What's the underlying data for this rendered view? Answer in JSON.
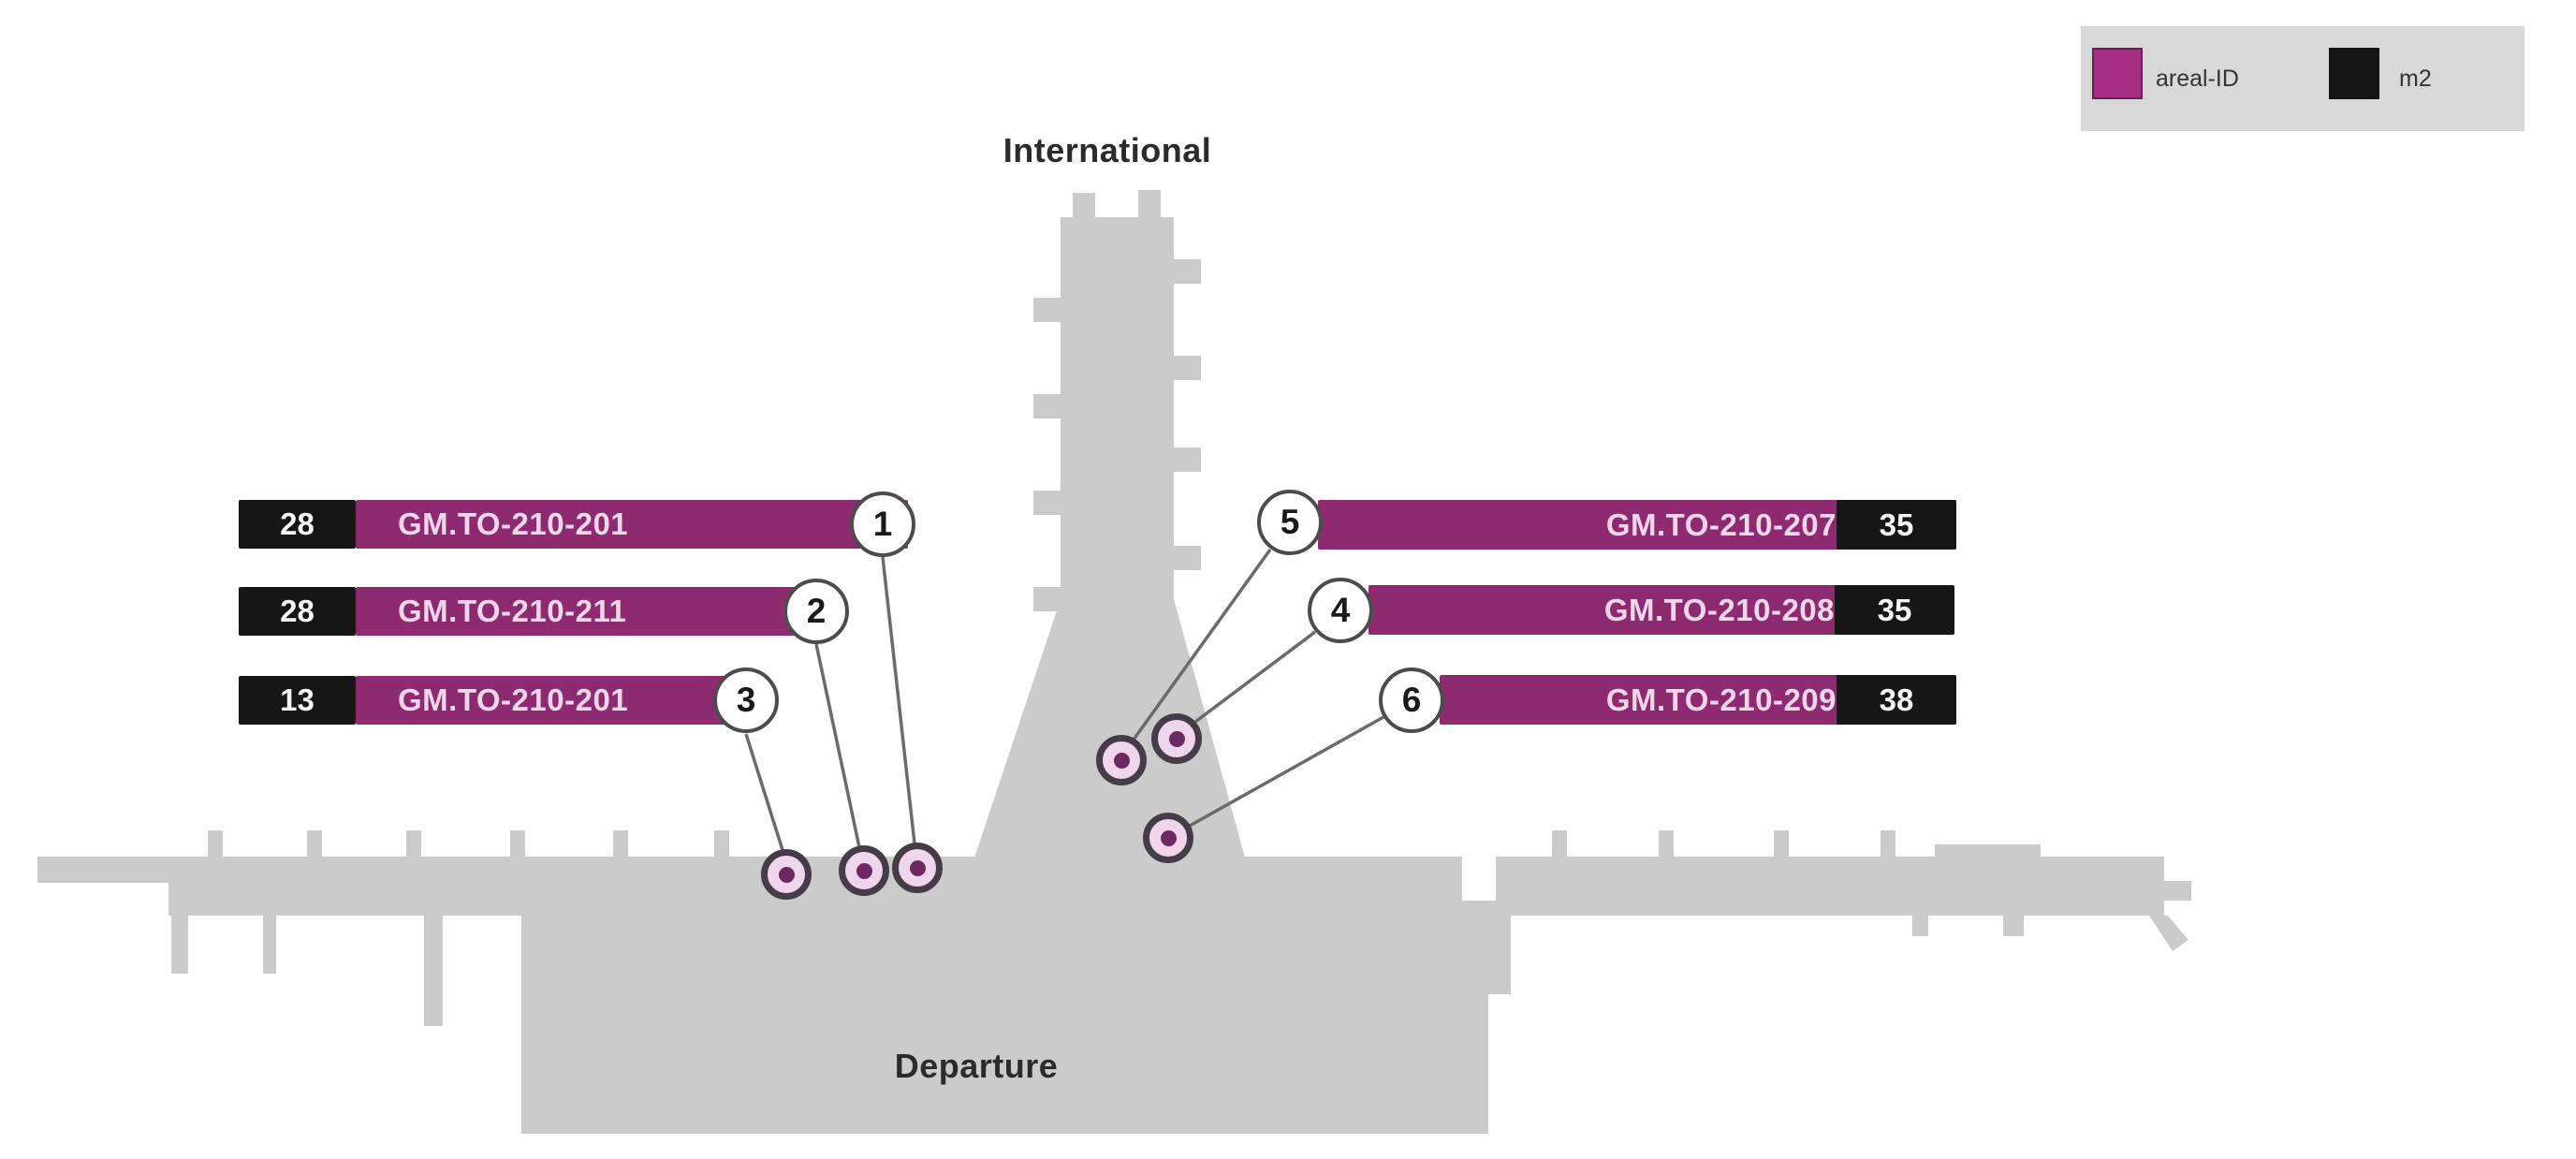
{
  "map": {
    "top_label": "International",
    "bottom_label": "Departure"
  },
  "legend": {
    "areal_label": "areal-ID",
    "m2_label": "m2",
    "areal_color": "#a62e84",
    "m2_color": "#141414"
  },
  "colors": {
    "bar_purple": "#8d2a70",
    "bar_black": "#161616",
    "terminal_gray": "#cbcbcb",
    "marker_ring": "#463c49",
    "marker_fill": "#efd6ec",
    "marker_dot": "#6d2a60"
  },
  "areas_left": [
    {
      "m2": "28",
      "id": "GM.TO-210-201",
      "marker": "1"
    },
    {
      "m2": "28",
      "id": "GM.TO-210-211",
      "marker": "2"
    },
    {
      "m2": "13",
      "id": "GM.TO-210-201",
      "marker": "3"
    }
  ],
  "areas_right": [
    {
      "marker": "5",
      "id": "GM.TO-210-207",
      "m2": "35"
    },
    {
      "marker": "4",
      "id": "GM.TO-210-208",
      "m2": "35"
    },
    {
      "marker": "6",
      "id": "GM.TO-210-209",
      "m2": "38"
    }
  ]
}
